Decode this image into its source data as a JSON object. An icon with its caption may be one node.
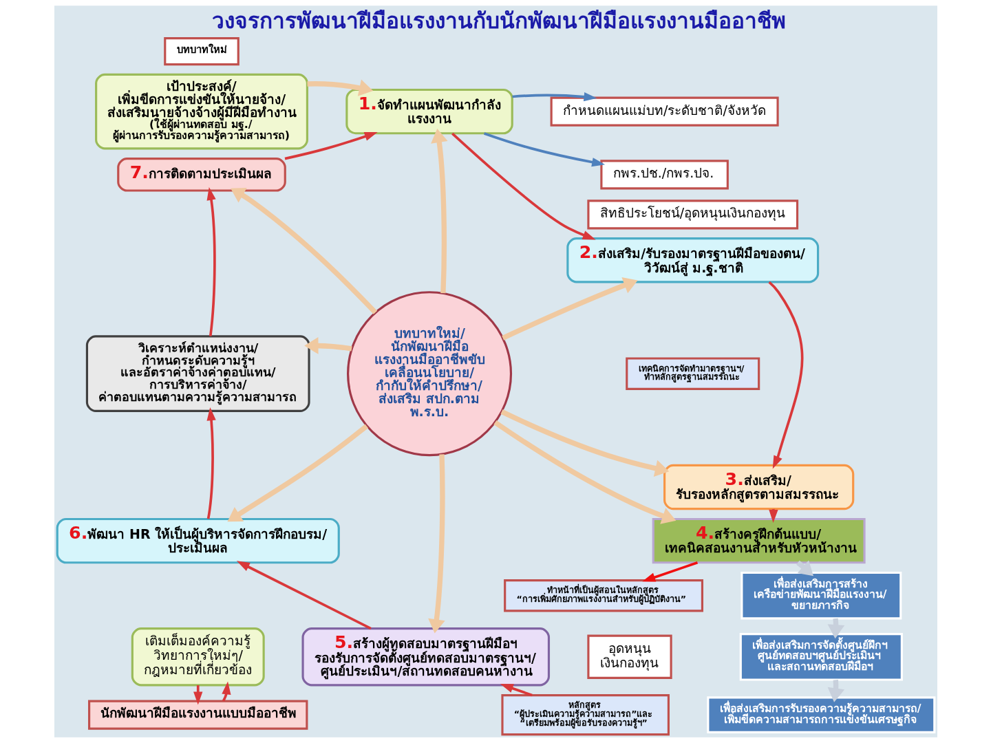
{
  "diagram": {
    "title": "วงจรการพัฒนาฝีมือแรงงานกับนักพัฒนาฝีมือแรงงานมืออาชีพ",
    "nodes": [
      {
        "text": [
          "บทบาทใหม่"
        ]
      },
      {
        "text": [
          "เป้าประสงค์/เพิ่มขีดการแข่งขันให้นายจ้าง/ส่งเสริมนายจ้างจ้างผู้มีฝีมือทำงาน",
          "(ใช้ผู้ผ่านทดสอบ มฐ./ผู้ผ่านการรับรองความรู้ความสามารถ)"
        ]
      },
      {
        "text": [
          "1.จัดทำแผนพัฒนากำลังแรงงาน"
        ]
      },
      {
        "text": [
          "กำหนดแผนแม่บท/ระดับชาติ/จังหวัด"
        ]
      },
      {
        "text": [
          "กพร.ปช./กพร.ปจ."
        ]
      },
      {
        "text": [
          "สิทธิประโยชน์/อุดหนุนเงินกองทุน"
        ]
      },
      {
        "text": [
          "2.ส่งเสริม/รับรองมาตรฐานฝีมือของตน/วิวัฒน์สู่ ม.ฐ.ชาติ"
        ]
      },
      {
        "text": [
          "7.การติดตามประเมินผล"
        ]
      },
      {
        "text": [
          "บทบาทใหม่/นักพัฒนาฝีมือแรงงานมืออาชีพขับเคลื่อนนโยบาย/กำกับให้คำปรึกษา/ส่งเสริม สปก.ตาม พ.ร.บ."
        ]
      },
      {
        "text": [
          "เทคนิคการจัดทำมาตรฐานฯ/ทำหลักสูตรฐานสมรรถนะ"
        ]
      },
      {
        "text": [
          "3.ส่งเสริม/รับรองหลักสูตรตามสมรรถนะ"
        ]
      },
      {
        "text": [
          "วิเคราะห์ตำแหน่งงาน/กำหนดระดับความรู้ฯและอัตราค่าจ้างค่าตอบแทน/การบริหารค่าจ้าง/ค่าตอบแทนตามความรู้ความสามารถ"
        ]
      },
      {
        "text": [
          "4.สร้างครูฝึกต้นแบบ/เทคนิคสอนงานสำหรับหัวหน้างาน"
        ]
      },
      {
        "text": [
          "เพื่อส่งเสริมการสร้างเครือข่ายพัฒนาฝีมือแรงงาน/ขยายภารกิจ"
        ]
      },
      {
        "text": [
          "ทำหน้าที่เป็นผู้สอนในหลักสูตร “การเพิ่มศักยภาพแรงงานสำหรับผู้ปฏิบัติงาน”"
        ]
      },
      {
        "text": [
          "6.พัฒนา HR ให้เป็นผู้บริหารจัดการฝึกอบรม/ประเมินผล"
        ]
      },
      {
        "text": [
          "5.สร้างผู้ทดสอบมาตรฐานฝีมือฯรองรับการจัดตั้งศูนย์ทดสอบมาตรฐานฯ/ศูนย์ประเมินฯ/สถานทดสอบคนหางาน"
        ]
      },
      {
        "text": [
          "อุดหนุนเงินกองทุน"
        ]
      },
      {
        "text": [
          "เพื่อส่งเสริมการจัดตั้งศูนย์ฝึกฯศูนย์ทดสอบฯศูนย์ประเมินฯและสถานทดสอบฝีมือฯ"
        ]
      },
      {
        "text": [
          "เติมเต็มองค์ความรู้ วิทยาการใหม่ๆ/กฎหมายที่เกี่ยวข้อง"
        ]
      },
      {
        "text": [
          "หลักสูตร “ผู้ประเมินความรู้ความสามารถ”และ “เตรียมพร้อมผู้ขอรับรองความรู้ฯ”"
        ]
      },
      {
        "text": [
          "นักพัฒนาฝีมือแรงงานแบบมืออาชีพ"
        ]
      },
      {
        "text": [
          "เพื่อส่งเสริมการรับรองความรู้ความสามารถ/เพิ่มขีดความสามารถการแข่งขันเศรษฐกิจ"
        ]
      }
    ],
    "edges": [
      {
        "from": 1,
        "to": 2,
        "arrow": "to",
        "style": "thick",
        "color": "#f0c9a0"
      },
      {
        "from": 2,
        "to": 3,
        "arrow": "to",
        "color": "#4f81bd"
      },
      {
        "from": 2,
        "to": 4,
        "arrow": "to",
        "color": "#4f81bd"
      },
      {
        "from": 2,
        "to": 6,
        "arrow": "to"
      },
      {
        "from": 6,
        "to": 10,
        "arrow": "to"
      },
      {
        "from": 10,
        "to": 12,
        "arrow": "to"
      },
      {
        "from": 12,
        "to": 13,
        "arrow": "to",
        "style": "thick",
        "color": "#c8d0dc"
      },
      {
        "from": 13,
        "to": 18,
        "arrow": "to",
        "style": "thick",
        "color": "#c8d0dc"
      },
      {
        "from": 18,
        "to": 22,
        "arrow": "to",
        "style": "thick",
        "color": "#c8d0dc"
      },
      {
        "from": 12,
        "to": 14,
        "arrow": "to",
        "color": "#f01010"
      },
      {
        "from": 20,
        "to": 16,
        "arrow": "to"
      },
      {
        "from": 16,
        "to": 15,
        "arrow": "to"
      },
      {
        "from": 19,
        "to": 21,
        "arrow": "to"
      },
      {
        "from": 21,
        "to": 19,
        "arrow": "to"
      },
      {
        "from": 15,
        "to": 11,
        "arrow": "to"
      },
      {
        "from": 11,
        "to": 7,
        "arrow": "to"
      },
      {
        "from": 7,
        "to": 2,
        "arrow": "to"
      },
      {
        "from": 8,
        "to": 2,
        "arrow": "to",
        "style": "thick",
        "color": "#f0c9a0"
      },
      {
        "from": 8,
        "to": 6,
        "arrow": "to",
        "style": "thick",
        "color": "#f0c9a0"
      },
      {
        "from": 8,
        "to": 10,
        "arrow": "to",
        "style": "thick",
        "color": "#f0c9a0"
      },
      {
        "from": 8,
        "to": 12,
        "arrow": "to",
        "style": "thick",
        "color": "#f0c9a0"
      },
      {
        "from": 8,
        "to": 16,
        "arrow": "to",
        "style": "thick",
        "color": "#f0c9a0"
      },
      {
        "from": 8,
        "to": 15,
        "arrow": "to",
        "style": "thick",
        "color": "#f0c9a0"
      },
      {
        "from": 8,
        "to": 11,
        "arrow": "to",
        "style": "thick",
        "color": "#f0c9a0"
      },
      {
        "from": 8,
        "to": 7,
        "arrow": "to",
        "style": "thick",
        "color": "#f0c9a0"
      }
    ]
  }
}
